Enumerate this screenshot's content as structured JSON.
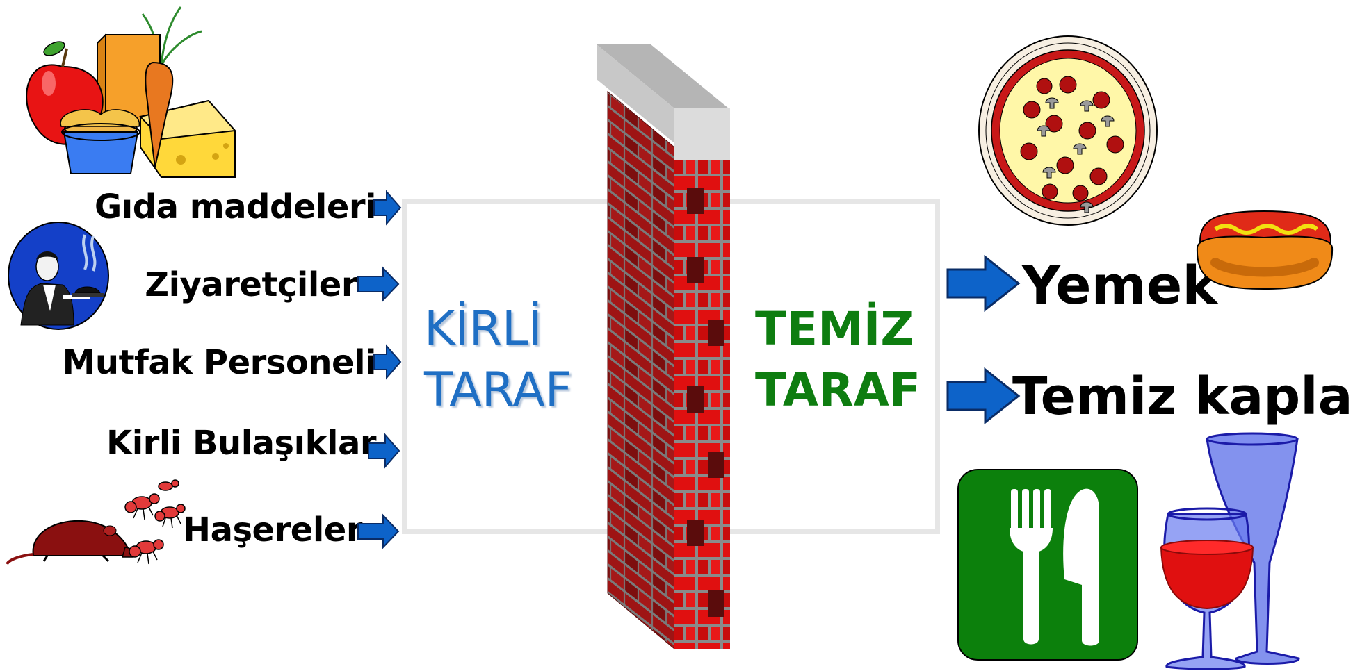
{
  "inputs": [
    "Gıda maddeleri",
    "Ziyaretçiler",
    "Mutfak Personeli",
    "Kirli Bulaşıklar",
    "Haşereler"
  ],
  "dirty_side": {
    "line1": "KİRLİ",
    "line2": "TARAF",
    "color": "#1f6fc4"
  },
  "clean_side": {
    "line1": "TEMİZ",
    "line2": "TARAF",
    "color": "#0e7d10"
  },
  "outputs": [
    "Yemek",
    "Temiz kaplar"
  ],
  "arrow_color": "#0d63c9",
  "icons": {
    "food": "food-items-icon",
    "waiter": "waiter-icon",
    "pests": "rat-and-ants-icon",
    "wall": "brick-wall-icon",
    "pizza": "pizza-icon",
    "hotdog": "hotdog-icon",
    "cutlery": "fork-knife-sign-icon",
    "glasses": "wine-glasses-icon"
  }
}
